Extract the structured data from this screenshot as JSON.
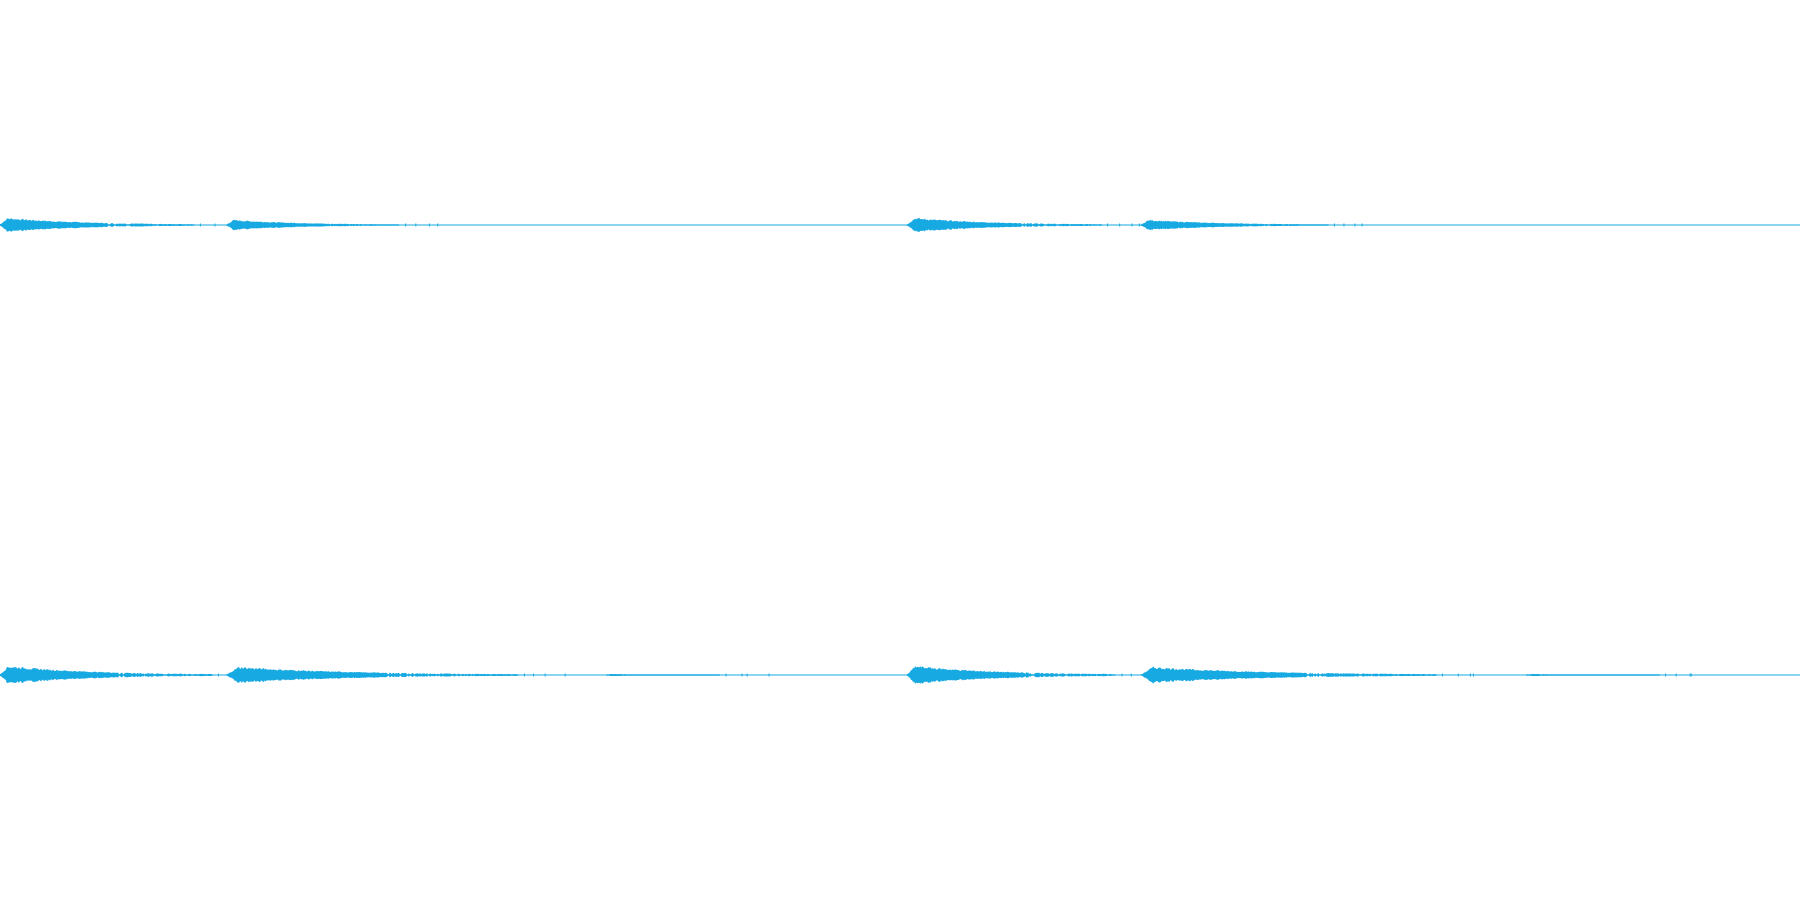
{
  "waveform": {
    "color": "#17a9e1",
    "background": "#ffffff",
    "channels": [
      {
        "name": "upper-channel",
        "bursts": [
          {
            "start": 0.0,
            "end": 0.108,
            "peak": 0.035
          },
          {
            "start": 0.126,
            "end": 0.222,
            "peak": 0.025
          },
          {
            "start": 0.504,
            "end": 0.612,
            "peak": 0.035
          },
          {
            "start": 0.634,
            "end": 0.738,
            "peak": 0.025
          }
        ]
      },
      {
        "name": "lower-channel",
        "bursts": [
          {
            "start": 0.0,
            "end": 0.118,
            "peak": 0.045
          },
          {
            "start": 0.126,
            "end": 0.288,
            "peak": 0.04
          },
          {
            "start": 0.337,
            "end": 0.4,
            "peak": 0.004
          },
          {
            "start": 0.504,
            "end": 0.62,
            "peak": 0.045
          },
          {
            "start": 0.634,
            "end": 0.798,
            "peak": 0.04
          },
          {
            "start": 0.848,
            "end": 0.922,
            "peak": 0.004
          }
        ]
      }
    ]
  }
}
